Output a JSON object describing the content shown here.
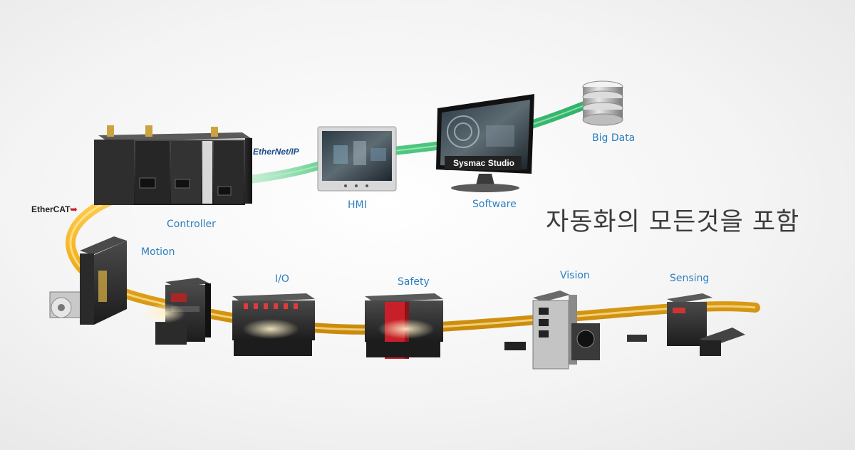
{
  "protocols": {
    "ethernet_ip": "EtherNet/IP",
    "ethercat": "EtherCAT"
  },
  "labels": {
    "controller": "Controller",
    "hmi": "HMI",
    "software": "Software",
    "big_data": "Big Data",
    "motion": "Motion",
    "io": "I/O",
    "safety": "Safety",
    "vision": "Vision",
    "sensing": "Sensing"
  },
  "software_screen_title": "Sysmac Studio",
  "headline": "자동화의 모든것을 포함",
  "colors": {
    "label_blue": "#2b7fc1",
    "network_green": "#2fb36a",
    "fieldbus_yellow": "#f2b320",
    "headline_gray": "#3c3c3c"
  }
}
